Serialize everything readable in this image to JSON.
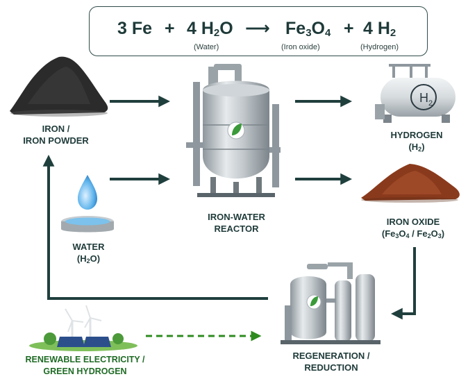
{
  "equation": {
    "term1": "3 Fe",
    "plus1": "+",
    "term2_coef": "4 H",
    "term2_sub": "2",
    "term2_tail": "O",
    "arrow": "⟶",
    "term3_a": "Fe",
    "term3_sub1": "3",
    "term3_b": "O",
    "term3_sub2": "4",
    "plus2": "+",
    "term4_coef": "4 H",
    "term4_sub": "2",
    "note_water": "(Water)",
    "note_oxide": "(Iron oxide)",
    "note_hydrogen": "(Hydrogen)"
  },
  "nodes": {
    "iron": {
      "line1": "IRON /",
      "line2": "IRON POWDER"
    },
    "water": {
      "line1": "WATER",
      "formula_a": "(H",
      "formula_sub": "2",
      "formula_b": "O)"
    },
    "reactor": {
      "line1": "IRON-WATER",
      "line2": "REACTOR"
    },
    "hydrogen": {
      "line1": "HYDROGEN",
      "formula_a": "(H",
      "formula_sub": "2",
      "formula_b": ")",
      "tank_text": "H",
      "tank_sub": "2"
    },
    "oxide": {
      "line1": "IRON OXIDE",
      "f_a": "(Fe",
      "f_s1": "3",
      "f_b": "O",
      "f_s2": "4",
      "f_c": " / Fe",
      "f_s3": "2",
      "f_d": "O",
      "f_s4": "3",
      "f_e": ")"
    },
    "regeneration": {
      "line1": "REGENERATION /",
      "line2": "REDUCTION"
    },
    "renewable": {
      "line1": "RENEWABLE ELECTRICITY /",
      "line2": "GREEN HYDROGEN"
    }
  },
  "colors": {
    "arrow": "#1f3f3d",
    "dashed_arrow": "#2e8b1f",
    "steel": "#b9c0c5",
    "iron_powder": "#2b2b2b",
    "oxide": "#8a3a1c",
    "leaf": "#3a9a3a"
  }
}
